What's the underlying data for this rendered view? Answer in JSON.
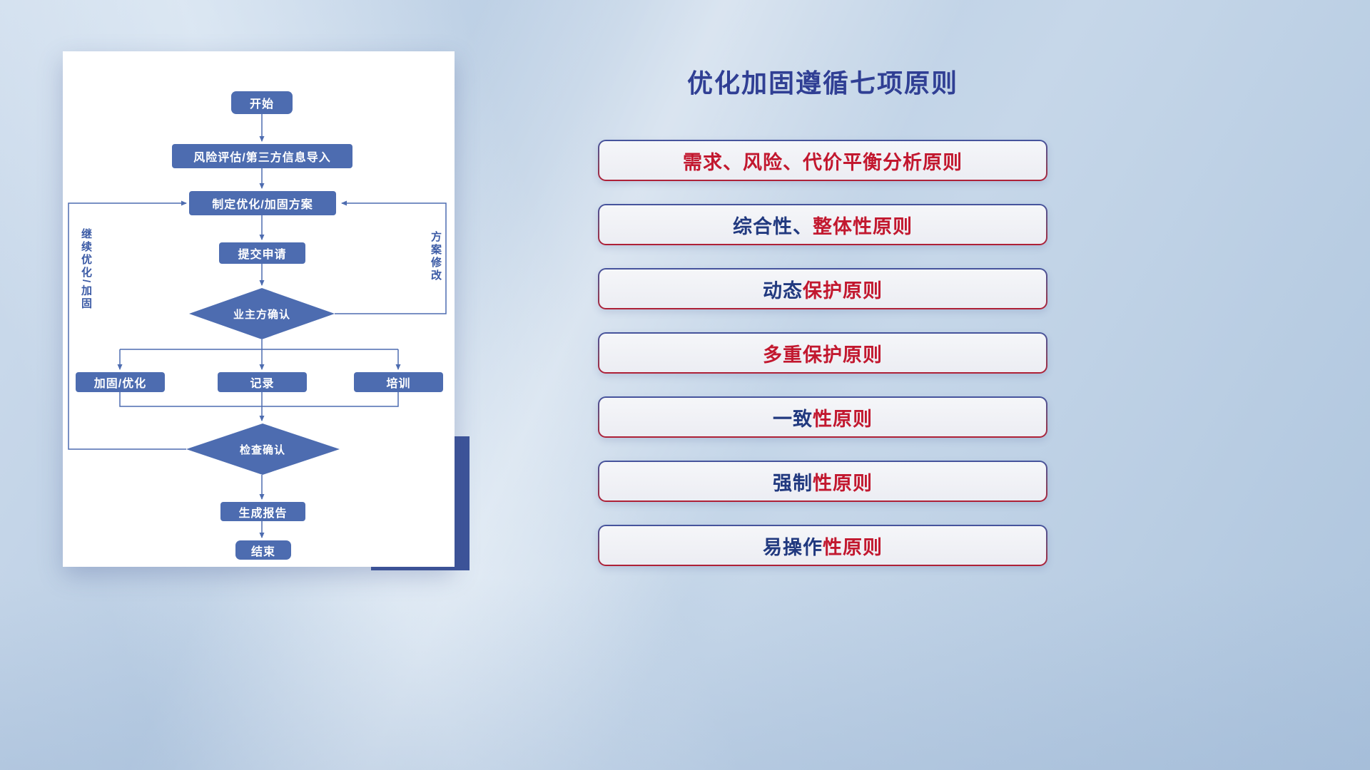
{
  "colors": {
    "navy": "#21397f",
    "red": "#c2182f",
    "title": "#303f94",
    "node_fill": "#4d6cb0",
    "line": "#4d6cb0",
    "accent_block": "#3d5499"
  },
  "flowchart": {
    "nodes": {
      "start": "开始",
      "risk_import": "风险评估/第三方信息导入",
      "plan": "制定优化/加固方案",
      "submit": "提交申请",
      "owner_confirm": "业主方确认",
      "harden": "加固/优化",
      "record": "记录",
      "training": "培训",
      "check_confirm": "检查确认",
      "report": "生成报告",
      "end": "结束"
    },
    "labels": {
      "left_loop": "继续优化/加固",
      "right_loop": "方案修改"
    }
  },
  "panel": {
    "title": "优化加固遵循七项原则",
    "principles": [
      {
        "parts": [
          {
            "text": "需求、风险、代价平衡分析原则",
            "color": "red"
          }
        ]
      },
      {
        "parts": [
          {
            "text": "综合性、",
            "color": "navy"
          },
          {
            "text": "整体性原则",
            "color": "red"
          }
        ]
      },
      {
        "parts": [
          {
            "text": "动态",
            "color": "navy"
          },
          {
            "text": "保护原则",
            "color": "red"
          }
        ]
      },
      {
        "parts": [
          {
            "text": "多重保护原则",
            "color": "red"
          }
        ]
      },
      {
        "parts": [
          {
            "text": "一致",
            "color": "navy"
          },
          {
            "text": "性原则",
            "color": "red"
          }
        ]
      },
      {
        "parts": [
          {
            "text": "强制",
            "color": "navy"
          },
          {
            "text": "性原则",
            "color": "red"
          }
        ]
      },
      {
        "parts": [
          {
            "text": "易操作",
            "color": "navy"
          },
          {
            "text": "性原则",
            "color": "red"
          }
        ]
      }
    ]
  }
}
